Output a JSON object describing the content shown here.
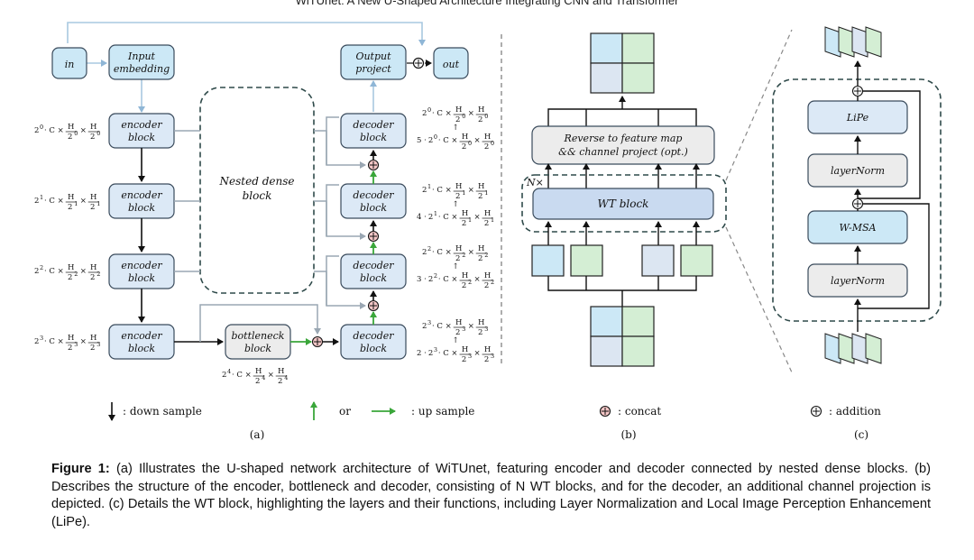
{
  "title": "WiTUnet: A New U-Shaped Architecture Integrating CNN and Transformer",
  "panel_a": {
    "in": "in",
    "input_embedding": [
      "Input",
      "embedding"
    ],
    "output_project": [
      "Output",
      "project"
    ],
    "out": "out",
    "encoder_block": [
      "encoder",
      "block"
    ],
    "decoder_block": [
      "decoder",
      "block"
    ],
    "bottleneck": [
      "bottleneck",
      "block"
    ],
    "nested_dense": [
      "Nested dense",
      "block"
    ],
    "dims_left": [
      {
        "pow": "0",
        "exp": "0"
      },
      {
        "pow": "1",
        "exp": "1"
      },
      {
        "pow": "2",
        "exp": "2"
      },
      {
        "pow": "3",
        "exp": "3"
      }
    ],
    "dims_right": [
      {
        "top": "2⁰ · C ×",
        "exp": "0",
        "bottom_prefix": "5 · 2⁰ · C ×"
      },
      {
        "top": "2¹ · C ×",
        "exp": "1",
        "bottom_prefix": "4 · 2¹ · C ×"
      },
      {
        "top": "2² · C ×",
        "exp": "2",
        "bottom_prefix": "3 · 2² · C ×"
      },
      {
        "top": "2³ · C ×",
        "exp": "3",
        "bottom_prefix": "2 · 2³ · C ×"
      }
    ],
    "bottleneck_dim": {
      "prefix": "2⁴ · C ×",
      "exp": "4"
    },
    "sublabel": "(a)"
  },
  "panel_b": {
    "reverse": [
      "Reverse to feature map",
      "&& channel project (opt.)"
    ],
    "nx": "N×",
    "wt_block": "WT block",
    "sublabel": "(b)"
  },
  "panel_c": {
    "lipe": "LiPe",
    "layernorm_top": "layerNorm",
    "wmsa": "W-MSA",
    "layernorm_bottom": "layerNorm",
    "sublabel": "(c)"
  },
  "legend": {
    "down": ":  down sample",
    "or": "or",
    "up": ":  up sample",
    "concat": ":  concat",
    "addition": ":  addition"
  },
  "caption": {
    "label": "Figure 1:",
    "text": " (a) Illustrates the U-shaped network architecture of WiTUnet, featuring encoder and decoder connected by nested dense blocks. (b) Describes the structure of the encoder, bottleneck and decoder, consisting of N WT blocks, and for the decoder, an additional channel projection is depicted. (c) Details the WT block, highlighting the layers and their functions, including Layer Normalization and Local Image Perception Enhancement (LiPe)."
  },
  "colors": {
    "encoder_fill": "#dce9f6",
    "embed_fill": "#cce8f6",
    "gray_fill": "#ececec",
    "up_arrow": "#3aa63a",
    "concat_fill": "#f4c6c6",
    "skip_line": "#9aa7b3",
    "input_line": "#a8c8e0"
  }
}
